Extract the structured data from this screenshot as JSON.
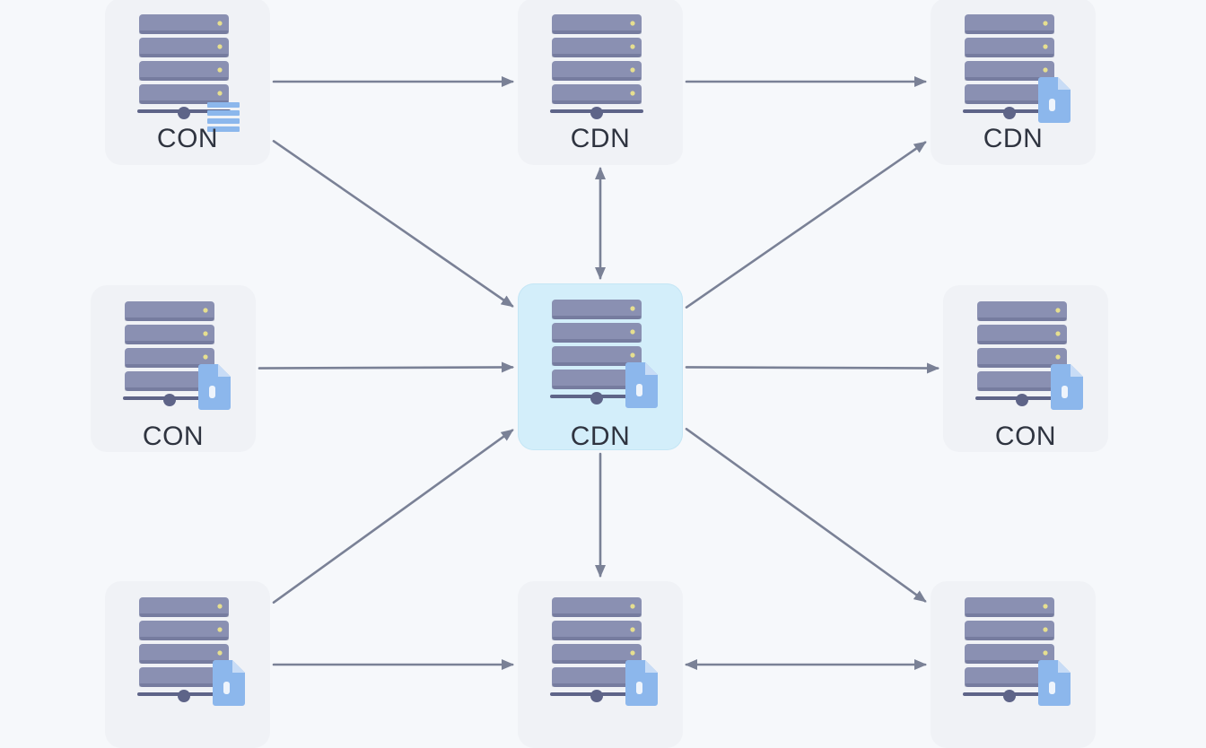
{
  "colors": {
    "background": "#f6f8fb",
    "card": "#f0f2f6",
    "hub_card": "#d3eefa",
    "server": "#8a90b2",
    "server_dark": "#5e6488",
    "led": "#e6df8f",
    "doc": "#8cb7ec",
    "arrow": "#7a8196",
    "label": "#2f3440"
  },
  "nodes": [
    {
      "id": "n1",
      "label": "CON",
      "icon": "server-list-icon"
    },
    {
      "id": "n2",
      "label": "CDN",
      "icon": "server-icon"
    },
    {
      "id": "n3",
      "label": "CDN",
      "icon": "server-document-icon"
    },
    {
      "id": "n4",
      "label": "CON",
      "icon": "server-document-icon"
    },
    {
      "id": "n5",
      "label": "CDN",
      "icon": "server-document-icon",
      "hub": true
    },
    {
      "id": "n6",
      "label": "CON",
      "icon": "server-document-icon"
    },
    {
      "id": "n7",
      "label": "",
      "icon": "server-document-icon"
    },
    {
      "id": "n8",
      "label": "",
      "icon": "server-document-icon"
    },
    {
      "id": "n9",
      "label": "",
      "icon": "server-document-icon"
    }
  ],
  "edges": [
    {
      "from": "n1",
      "to": "n2",
      "bidirectional": false
    },
    {
      "from": "n2",
      "to": "n3",
      "bidirectional": false
    },
    {
      "from": "n1",
      "to": "n5",
      "bidirectional": false
    },
    {
      "from": "n2",
      "to": "n5",
      "bidirectional": true
    },
    {
      "from": "n5",
      "to": "n3",
      "bidirectional": false
    },
    {
      "from": "n4",
      "to": "n5",
      "bidirectional": false
    },
    {
      "from": "n5",
      "to": "n6",
      "bidirectional": false
    },
    {
      "from": "n7",
      "to": "n5",
      "bidirectional": false
    },
    {
      "from": "n5",
      "to": "n8",
      "bidirectional": false
    },
    {
      "from": "n5",
      "to": "n9",
      "bidirectional": false
    },
    {
      "from": "n7",
      "to": "n8",
      "bidirectional": false
    },
    {
      "from": "n8",
      "to": "n9",
      "bidirectional": true
    }
  ]
}
